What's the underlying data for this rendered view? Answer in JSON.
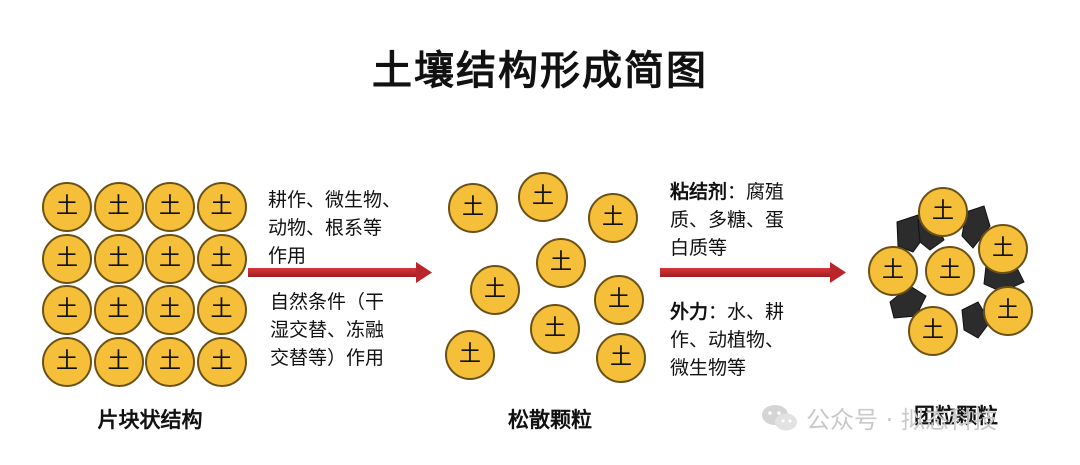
{
  "title": "土壤结构形成简图",
  "soil_char": "土",
  "captions": {
    "platy": "片块状结构",
    "loose": "松散颗粒",
    "aggregate": "团粒颗粒"
  },
  "process1": {
    "line1": "耕作、微生物、",
    "line2": "动物、根系等",
    "line3": "作用",
    "line4": "自然条件（干",
    "line5": "湿交替、冻融",
    "line6": "交替等）作用"
  },
  "process2": {
    "binder_term": "粘结剂",
    "binder_rest1": "：腐殖",
    "binder_line2": "质、多糖、蛋",
    "binder_line3": "白质等",
    "force_term": "外力",
    "force_rest1": "：水、耕",
    "force_line2": "作、动植物、",
    "force_line3": "微生物等"
  },
  "watermark": {
    "icon": "wechat-icon",
    "text": "公众号 · 拟态科技"
  },
  "colors": {
    "ball_fill": "#f6bf3a",
    "ball_border": "#6b5116",
    "arrow": "#c0272d",
    "binder": "#2c2c2c"
  }
}
